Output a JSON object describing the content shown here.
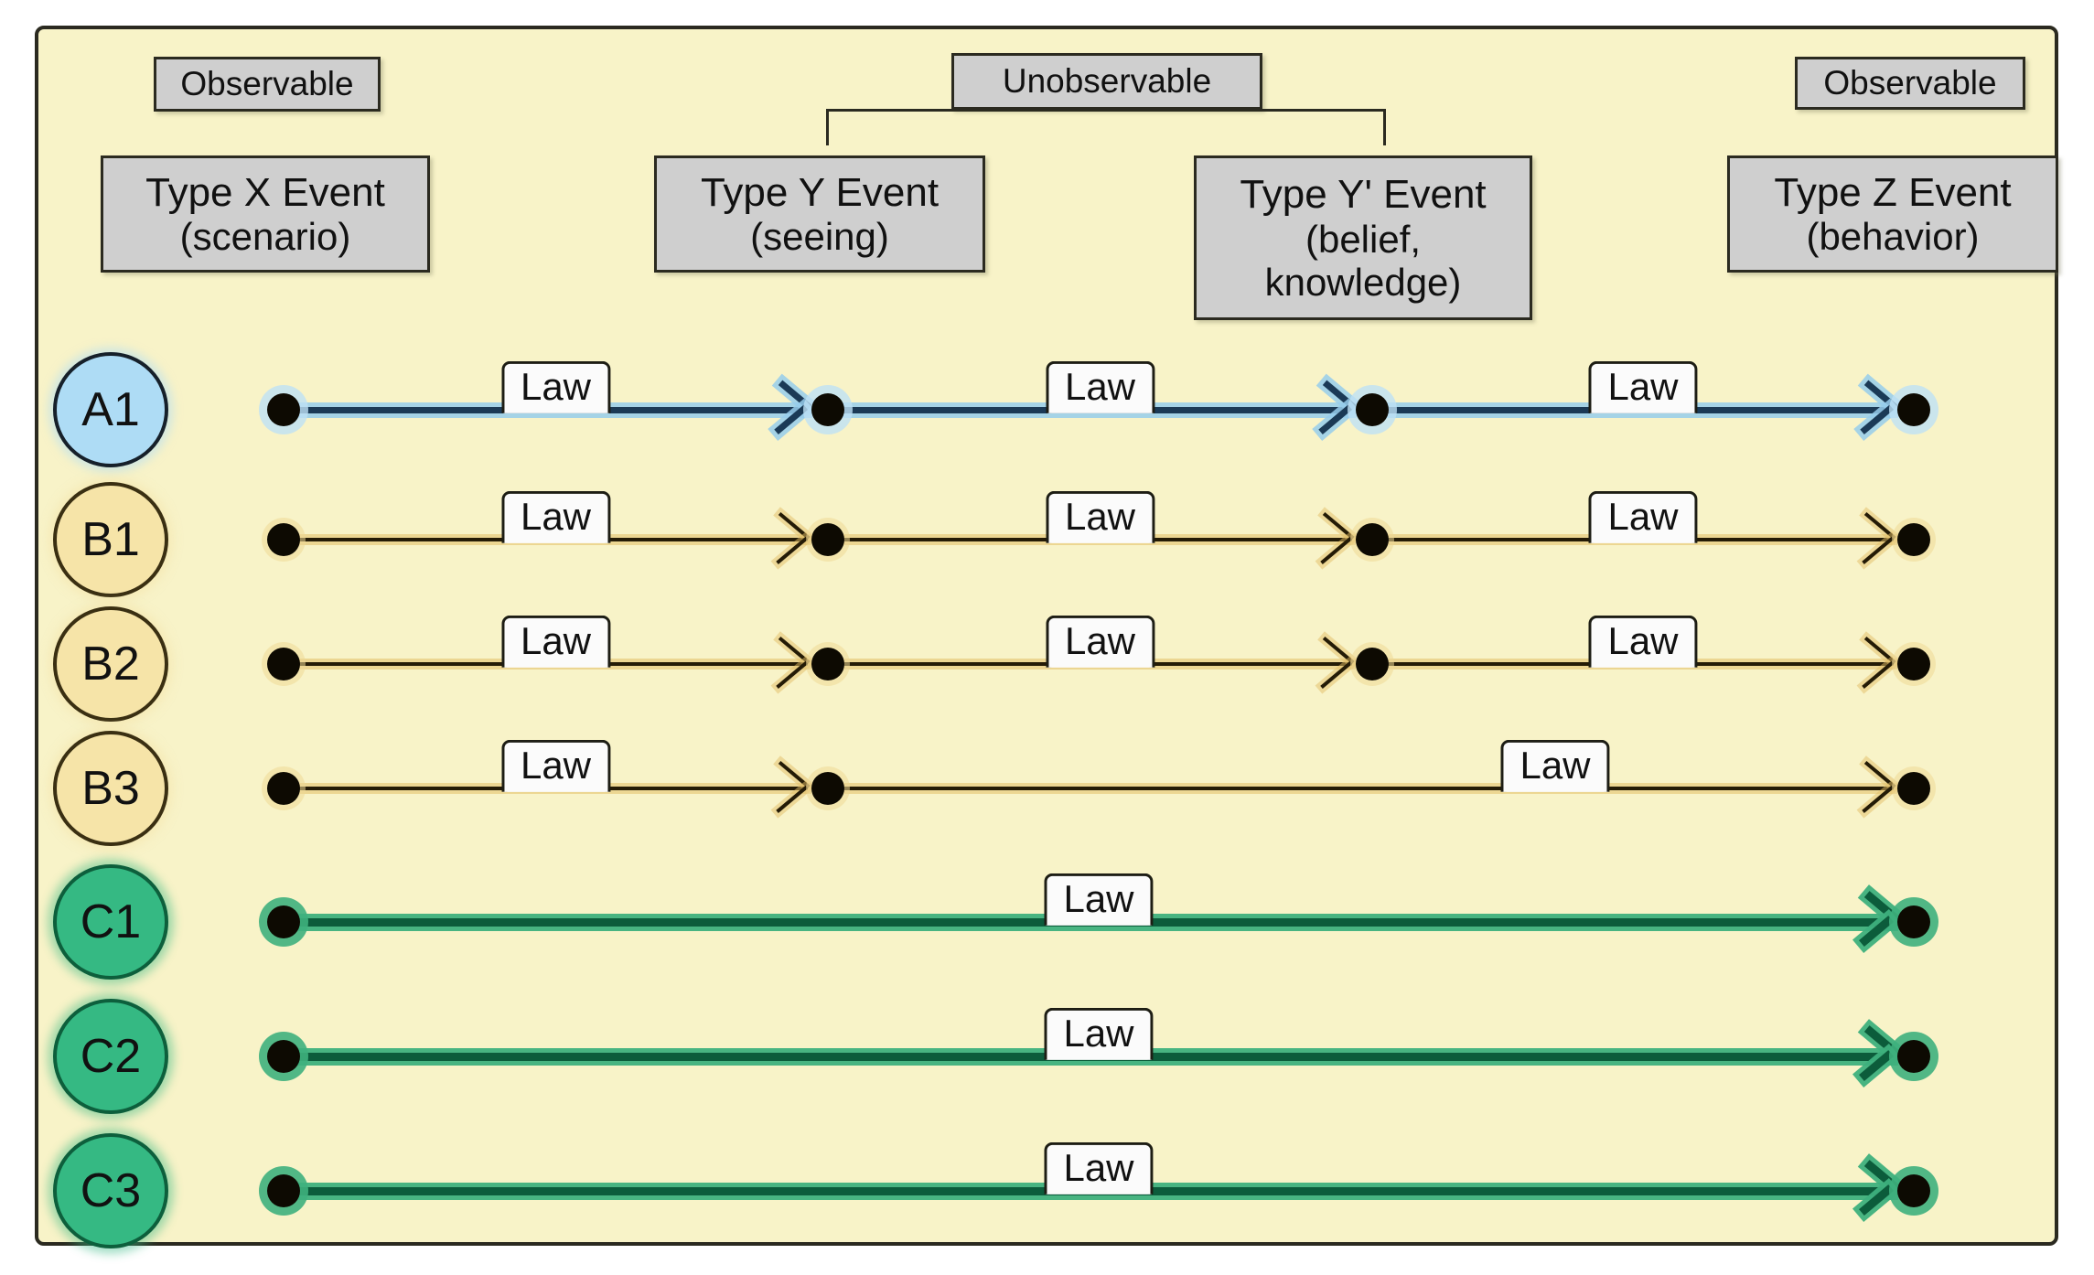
{
  "diagram": {
    "title": "Observable and unobservable event chains",
    "background_color": "#f8f3c8",
    "border_color": "#2b2a20"
  },
  "header": {
    "group_labels": [
      {
        "text": "Observable",
        "name": "observable-left"
      },
      {
        "text": "Unobservable",
        "name": "unobservable-center"
      },
      {
        "text": "Observable",
        "name": "observable-right"
      }
    ],
    "columns": [
      {
        "id": "X",
        "title": "Type X Event",
        "subtitle": "(scenario)"
      },
      {
        "id": "Y",
        "title": "Type Y Event",
        "subtitle": "(seeing)"
      },
      {
        "id": "Yp",
        "title": "Type Y' Event",
        "subtitle": "(belief,\nknowledge)"
      },
      {
        "id": "Z",
        "title": "Type Z Event",
        "subtitle": "(behavior)"
      }
    ]
  },
  "edge_label": "Law",
  "rows": [
    {
      "id": "A1",
      "group": "a",
      "label": "A1",
      "fill": "#aedcf5",
      "edges": [
        {
          "from": "X",
          "to": "Y",
          "label": "Law"
        },
        {
          "from": "Y",
          "to": "Yp",
          "label": "Law"
        },
        {
          "from": "Yp",
          "to": "Z",
          "label": "Law"
        }
      ]
    },
    {
      "id": "B1",
      "group": "b",
      "label": "B1",
      "fill": "#f6e4a8",
      "edges": [
        {
          "from": "X",
          "to": "Y",
          "label": "Law"
        },
        {
          "from": "Y",
          "to": "Yp",
          "label": "Law"
        },
        {
          "from": "Yp",
          "to": "Z",
          "label": "Law"
        }
      ]
    },
    {
      "id": "B2",
      "group": "b",
      "label": "B2",
      "fill": "#f6e4a8",
      "edges": [
        {
          "from": "X",
          "to": "Y",
          "label": "Law"
        },
        {
          "from": "Y",
          "to": "Yp",
          "label": "Law"
        },
        {
          "from": "Yp",
          "to": "Z",
          "label": "Law"
        }
      ]
    },
    {
      "id": "B3",
      "group": "b",
      "label": "B3",
      "fill": "#f6e4a8",
      "edges": [
        {
          "from": "X",
          "to": "Y",
          "label": "Law"
        },
        {
          "from": "Y",
          "to": "Z",
          "label": "Law"
        }
      ]
    },
    {
      "id": "C1",
      "group": "c",
      "label": "C1",
      "fill": "#35b983",
      "edges": [
        {
          "from": "X",
          "to": "Z",
          "label": "Law"
        }
      ]
    },
    {
      "id": "C2",
      "group": "c",
      "label": "C2",
      "fill": "#35b983",
      "edges": [
        {
          "from": "X",
          "to": "Z",
          "label": "Law"
        }
      ]
    },
    {
      "id": "C3",
      "group": "c",
      "label": "C3",
      "fill": "#35b983",
      "edges": [
        {
          "from": "X",
          "to": "Z",
          "label": "Law"
        }
      ]
    }
  ]
}
